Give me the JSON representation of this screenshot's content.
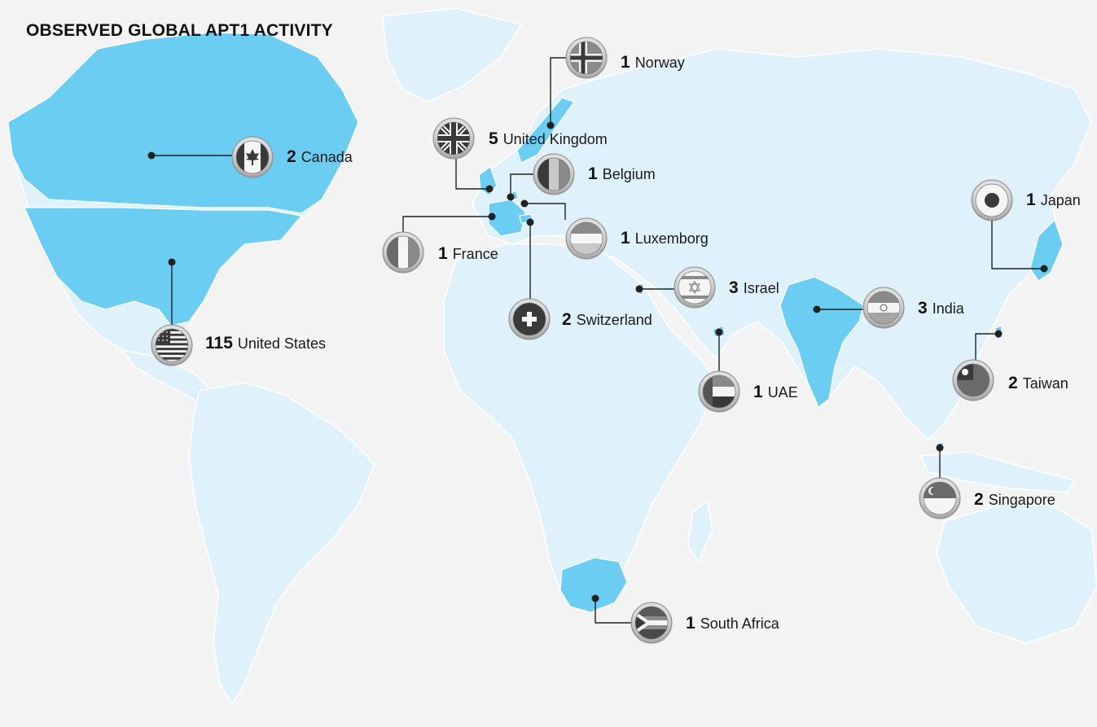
{
  "title": "OBSERVED GLOBAL APT1 ACTIVITY",
  "colors": {
    "background": "#f3f3f3",
    "land": "#dff1fb",
    "border": "#ffffff",
    "highlight": "#6ccdf3",
    "leader": "#222222"
  },
  "countries": [
    {
      "id": "us",
      "count": "115",
      "name": "United States",
      "flag": "us"
    },
    {
      "id": "ca",
      "count": "2",
      "name": "Canada",
      "flag": "ca"
    },
    {
      "id": "gb",
      "count": "5",
      "name": "United Kingdom",
      "flag": "gb"
    },
    {
      "id": "no",
      "count": "1",
      "name": "Norway",
      "flag": "no"
    },
    {
      "id": "be",
      "count": "1",
      "name": "Belgium",
      "flag": "be"
    },
    {
      "id": "lu",
      "count": "1",
      "name": "Luxemborg",
      "flag": "lu"
    },
    {
      "id": "fr",
      "count": "1",
      "name": "France",
      "flag": "fr"
    },
    {
      "id": "ch",
      "count": "2",
      "name": "Switzerland",
      "flag": "ch"
    },
    {
      "id": "il",
      "count": "3",
      "name": "Israel",
      "flag": "il"
    },
    {
      "id": "ae",
      "count": "1",
      "name": "UAE",
      "flag": "ae"
    },
    {
      "id": "in",
      "count": "3",
      "name": "India",
      "flag": "in"
    },
    {
      "id": "jp",
      "count": "1",
      "name": "Japan",
      "flag": "jp"
    },
    {
      "id": "tw",
      "count": "2",
      "name": "Taiwan",
      "flag": "tw"
    },
    {
      "id": "sg",
      "count": "2",
      "name": "Singapore",
      "flag": "sg"
    },
    {
      "id": "za",
      "count": "1",
      "name": "South Africa",
      "flag": "za"
    }
  ]
}
